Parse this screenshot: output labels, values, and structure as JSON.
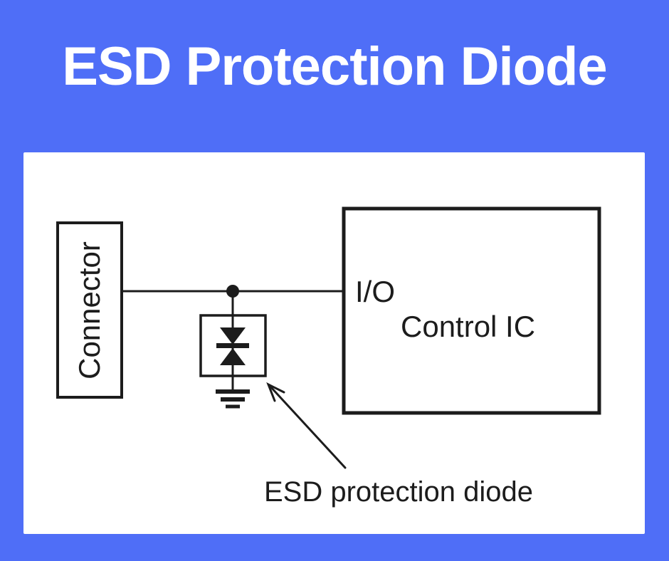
{
  "page": {
    "background_color": "#4f6ef7",
    "panel_color": "#ffffff",
    "line_color": "#1c1c1c",
    "title_color": "#ffffff"
  },
  "title": {
    "text": "ESD Protection Diode"
  },
  "diagram": {
    "connector": {
      "label": "Connector"
    },
    "control_ic": {
      "label": "Control IC",
      "port_label": "I/O"
    },
    "esd_note": {
      "label": "ESD protection diode"
    },
    "icons": {
      "tvs_diode": "bidirectional-tvs-diode-icon",
      "ground": "ground-icon",
      "junction": "junction-dot",
      "arrow": "pointer-arrow-icon"
    }
  }
}
